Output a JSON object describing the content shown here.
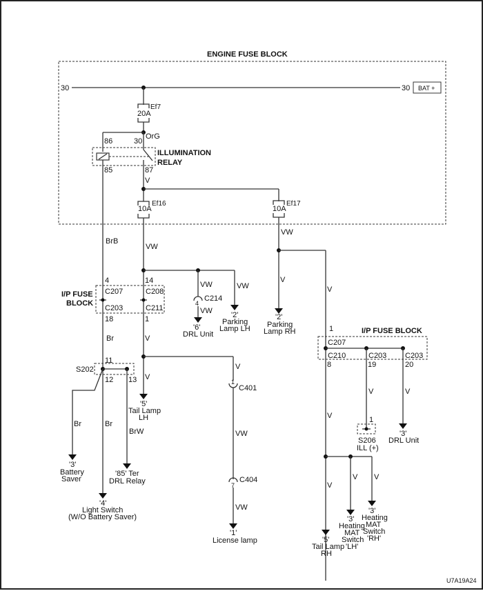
{
  "diagram": {
    "code": "U7A19A24",
    "engine_fuse_block": {
      "title": "ENGINE FUSE BLOCK",
      "terminal_left": "30",
      "terminal_right": "30",
      "battery_label": "BAT +",
      "fuse_ef7": {
        "id": "Ef7",
        "rating": "20A"
      },
      "fuse_ef16": {
        "id": "Ef16",
        "rating": "10A"
      },
      "fuse_ef17": {
        "id": "Ef17",
        "rating": "10A"
      },
      "relay": {
        "name_line1": "ILLUMINATION",
        "name_line2": "RELAY",
        "pin_86": "86",
        "pin_30": "30",
        "pin_85": "85",
        "pin_87": "87"
      },
      "wire_org": "OrG",
      "wire_v_87": "V"
    },
    "wires": {
      "brb": "BrB",
      "vw_ef16": "VW",
      "vw_ef17": "VW",
      "vw_c214_top": "VW",
      "vw_c214_bottom": "VW",
      "vw_parking_lh": "VW",
      "v_parking_rh": "V",
      "v_right_main": "V",
      "br_18": "Br",
      "v_1": "V",
      "v_tail_lh": "V",
      "v_c401": "V",
      "vw_c401_c404": "VW",
      "vw_license": "VW",
      "br_battery": "Br",
      "br_light": "Br",
      "brw_drl": "BrW",
      "v_8": "V",
      "v_19": "V",
      "v_20": "V",
      "v_heat_lh": "V",
      "v_heat_rh": "V",
      "v_tail_rh": "V"
    },
    "ip_fuse_block_left": {
      "title_line1": "I/P FUSE",
      "title_line2": "BLOCK",
      "c207": "C207",
      "c208": "C208",
      "c203": "C203",
      "c211": "C211",
      "pin_4": "4",
      "pin_14": "14",
      "pin_18": "18",
      "pin_1": "1"
    },
    "ip_fuse_block_right": {
      "title": "I/P FUSE BLOCK",
      "c207": "C207",
      "c210": "C210",
      "c203a": "C203",
      "c203b": "C203",
      "pin_1": "1",
      "pin_8": "8",
      "pin_19": "19",
      "pin_20": "20"
    },
    "connectors": {
      "c214": {
        "id": "C214",
        "pin": "4"
      },
      "c401": {
        "id": "C401",
        "pin": "1"
      },
      "c404": {
        "id": "C404",
        "pin": "7"
      }
    },
    "splices": {
      "s202": {
        "id": "S202",
        "pin_11": "11",
        "pin_12": "12",
        "pin_13": "13"
      },
      "s206": {
        "id": "S206",
        "label": "ILL (+)",
        "pin": "1"
      }
    },
    "destinations": {
      "drl_unit_6": {
        "pin": "'6'",
        "line1": "DRL Unit"
      },
      "parking_lh": {
        "pin": "'2'",
        "line1": "Parking",
        "line2": "Lamp LH"
      },
      "parking_rh": {
        "pin": "'2'",
        "line1": "Parking",
        "line2": "Lamp RH"
      },
      "tail_lh": {
        "pin": "'5'",
        "line1": "Tail Lamp",
        "line2": "LH"
      },
      "license": {
        "pin": "'1'",
        "line1": "License lamp"
      },
      "battery_saver": {
        "pin": "'3'",
        "line1": "Battery",
        "line2": "Saver"
      },
      "drl_relay": {
        "pin": "'85' Ter",
        "line1": "DRL Relay"
      },
      "light_switch": {
        "pin": "'4'",
        "line1": "Light Switch",
        "line2": "(W/O Battery Saver)"
      },
      "drl_unit_3": {
        "pin": "'3'",
        "line1": "DRL Unit"
      },
      "tail_rh": {
        "pin": "'5'",
        "line1": "Tail Lamp",
        "line2": "RH"
      },
      "heat_lh": {
        "pin": "'3'",
        "line1": "Heating",
        "line2": "MAT",
        "line3": "Switch",
        "line4": "'LH'"
      },
      "heat_rh": {
        "pin": "'3'",
        "line1": "Heating",
        "line2": "MAT",
        "line3": "Switch",
        "line4": "'RH'"
      }
    }
  }
}
